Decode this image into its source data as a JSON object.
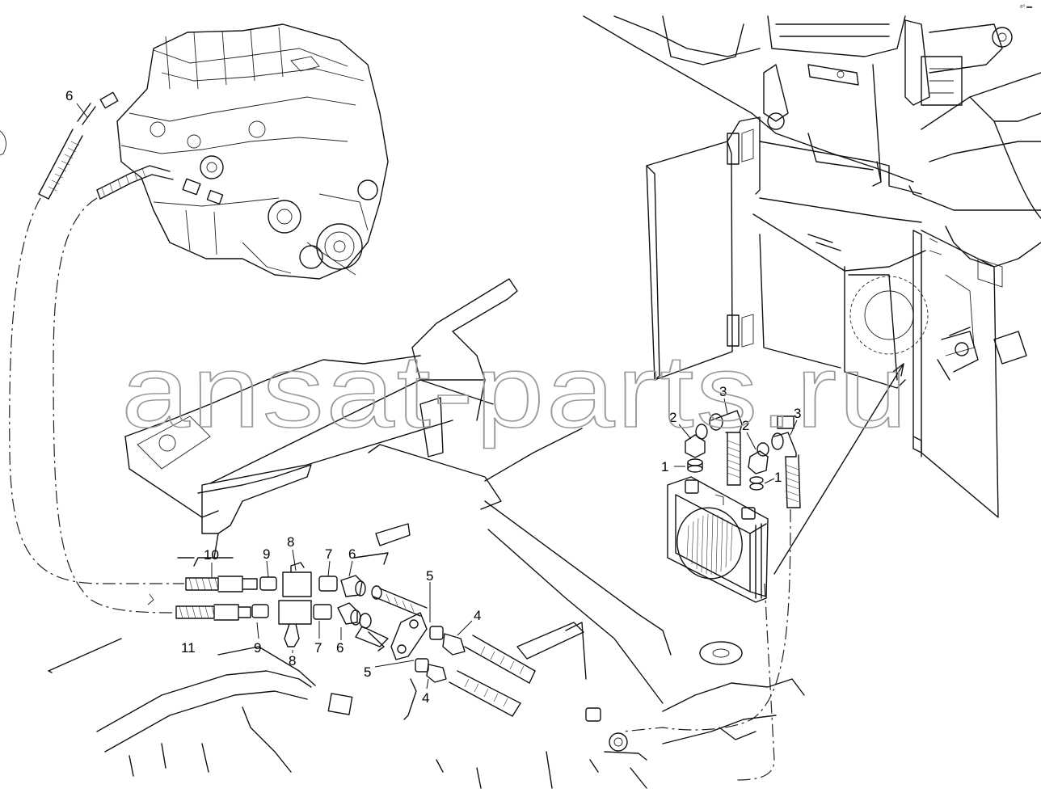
{
  "figure": {
    "watermark": "ansat-parts.ru",
    "corner_mark": "e¹ ▬"
  },
  "callouts": {
    "engine_fitting": "6",
    "cooler_adapter_left": "1",
    "cooler_elbow_left": "2",
    "cooler_hose_left": "3",
    "cooler_elbow_right": "2",
    "cooler_adapter_right": "1",
    "cooler_hose_right": "3",
    "hose_upper": "10",
    "fitting_upper": "9",
    "valve_upper": "8",
    "nipple_upper": "7",
    "elbow_upper": "6",
    "hose_short_upper": "5",
    "union_upper": "4",
    "hose_lower": "11",
    "fitting_lower": "9",
    "valve_lower": "8",
    "nipple_lower": "7",
    "elbow_lower": "6",
    "hose_short_lower": "5",
    "union_lower": "4"
  }
}
